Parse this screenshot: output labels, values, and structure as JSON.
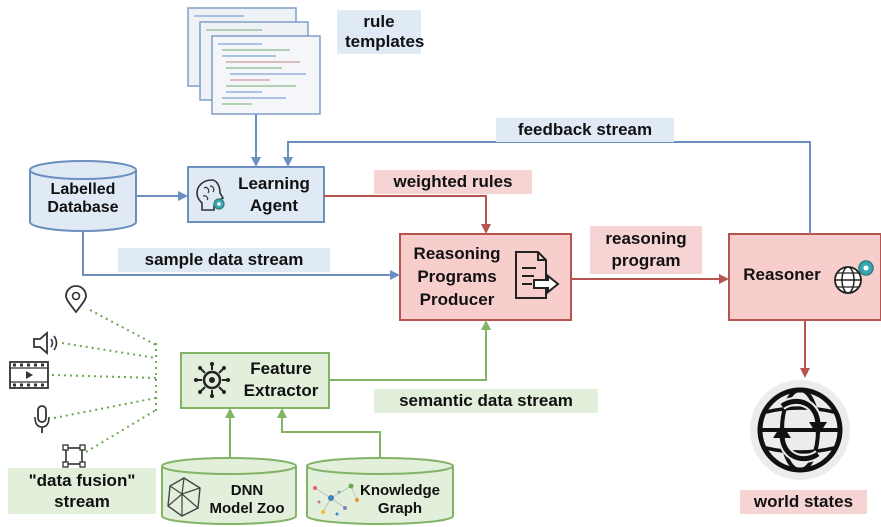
{
  "nodes": {
    "rule_templates": "rule\ntemplates",
    "labelled_database": "Labelled\nDatabase",
    "learning_agent": "Learning\nAgent",
    "reasoning_programs_producer": "Reasoning\nPrograms\nProducer",
    "reasoner": "Reasoner",
    "feature_extractor": "Feature\nExtractor",
    "dnn_model_zoo": "DNN\nModel Zoo",
    "knowledge_graph": "Knowledge\nGraph",
    "world_states": "world states",
    "data_fusion_stream": "\"data fusion\"\nstream"
  },
  "edges": {
    "feedback_stream": "feedback stream",
    "weighted_rules": "weighted rules",
    "sample_data_stream": "sample data stream",
    "reasoning_program": "reasoning\nprogram",
    "semantic_data_stream": "semantic data stream"
  },
  "colors": {
    "blue_stroke": "#6b8fbf",
    "blue_fill": "#dfeaf5",
    "red_stroke": "#b85450",
    "red_fill": "#f8cecc",
    "green_stroke": "#82b366",
    "green_fill": "#e2efdb"
  },
  "icons": [
    "location-pin-icon",
    "speaker-icon",
    "film-icon",
    "microphone-icon",
    "selection-box-icon",
    "brain-gear-icon",
    "document-arrow-icon",
    "globe-gear-icon",
    "world-arrows-icon",
    "network-node-icon",
    "polyhedron-icon",
    "scatter-graph-icon"
  ]
}
